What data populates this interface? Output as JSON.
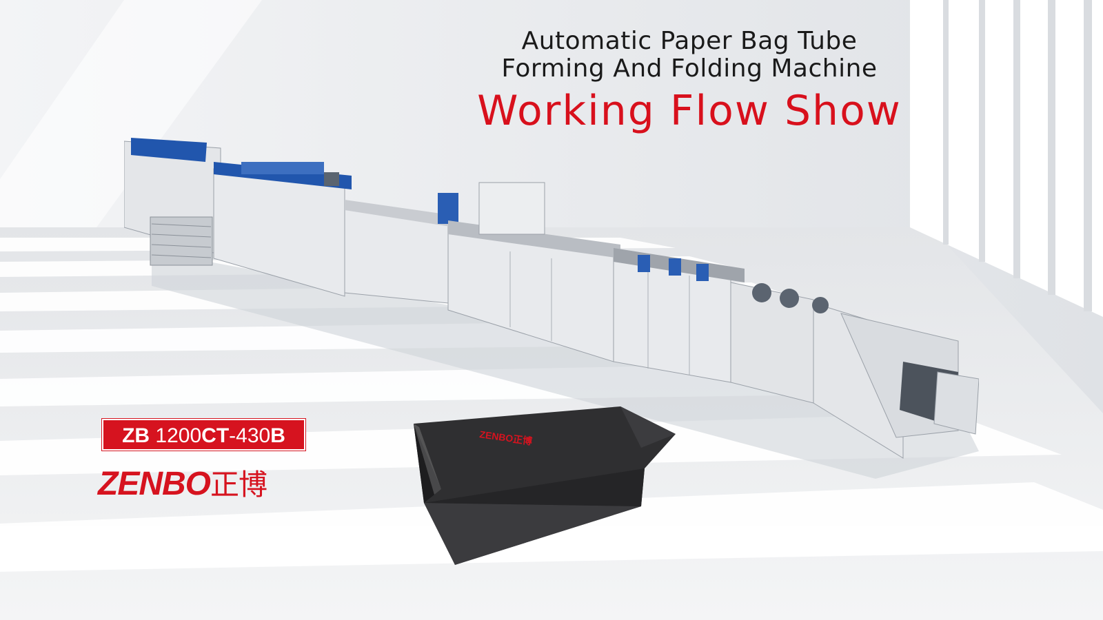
{
  "headline": {
    "line1": "Automatic Paper Bag Tube",
    "line2": "Forming And Folding Machine",
    "line3": "Working Flow Show"
  },
  "model_badge": {
    "part1": "ZB",
    "part2": " 1200",
    "part3": "CT",
    "part4": "-430",
    "part5": "B"
  },
  "brand": {
    "latin": "ZENBO",
    "chinese": "正博"
  },
  "bag_print": "ZENBO正博",
  "colors": {
    "accent_red": "#d6131f",
    "headline_red": "#d8101c",
    "machine_blue": "#1f5fb8",
    "machine_white": "#e9ebee",
    "bag_dark": "#2c2c2e"
  }
}
